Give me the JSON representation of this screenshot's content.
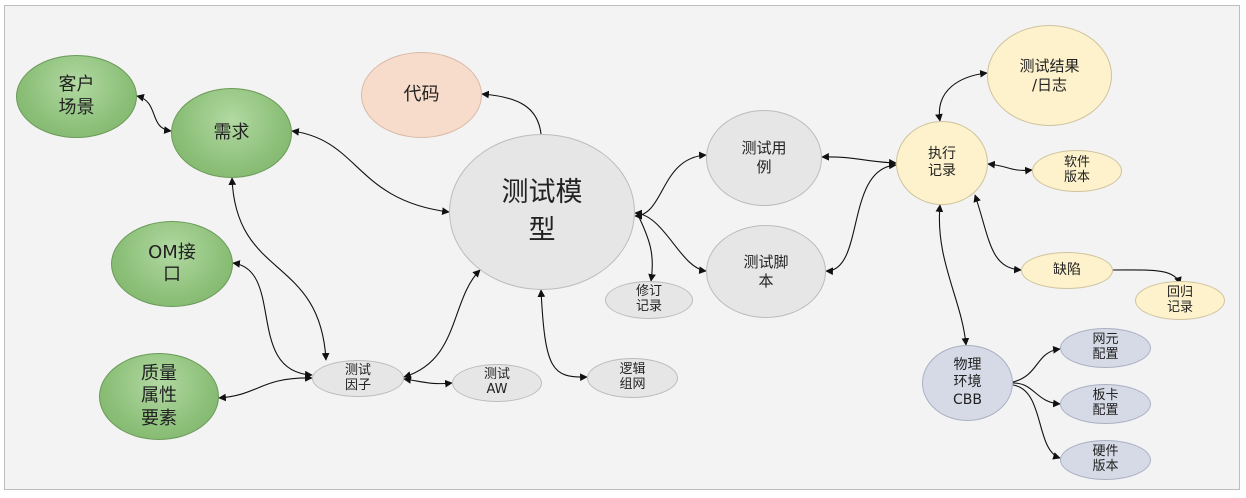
{
  "nodes": [
    {
      "id": "customer-scene",
      "label": "客户\n场景",
      "color": "green"
    },
    {
      "id": "requirement",
      "label": "需求",
      "color": "green"
    },
    {
      "id": "om-interface",
      "label": "OM接\n口",
      "color": "green"
    },
    {
      "id": "quality-attributes",
      "label": "质量\n属性\n要素",
      "color": "green"
    },
    {
      "id": "code",
      "label": "代码",
      "color": "peach"
    },
    {
      "id": "test-model",
      "label": "测试模\n型",
      "color": "gray"
    },
    {
      "id": "test-factor",
      "label": "测试\n因子",
      "color": "gray"
    },
    {
      "id": "test-aw",
      "label": "测试\nAW",
      "color": "gray"
    },
    {
      "id": "logic-network",
      "label": "逻辑\n组网",
      "color": "gray"
    },
    {
      "id": "revision-record",
      "label": "修订\n记录",
      "color": "gray"
    },
    {
      "id": "test-case",
      "label": "测试用\n例",
      "color": "gray"
    },
    {
      "id": "test-script",
      "label": "测试脚\n本",
      "color": "gray"
    },
    {
      "id": "execution-record",
      "label": "执行\n记录",
      "color": "yellow"
    },
    {
      "id": "test-result-log",
      "label": "测试结果\n/日志",
      "color": "yellow"
    },
    {
      "id": "software-version",
      "label": "软件\n版本",
      "color": "yellow"
    },
    {
      "id": "defect",
      "label": "缺陷",
      "color": "yellow"
    },
    {
      "id": "regression-record",
      "label": "回归\n记录",
      "color": "yellow"
    },
    {
      "id": "physical-env-cbb",
      "label": "物理\n环境\nCBB",
      "color": "blue"
    },
    {
      "id": "ne-config",
      "label": "网元\n配置",
      "color": "blue"
    },
    {
      "id": "board-config",
      "label": "板卡\n配置",
      "color": "blue"
    },
    {
      "id": "hardware-version",
      "label": "硬件\n版本",
      "color": "blue"
    }
  ]
}
